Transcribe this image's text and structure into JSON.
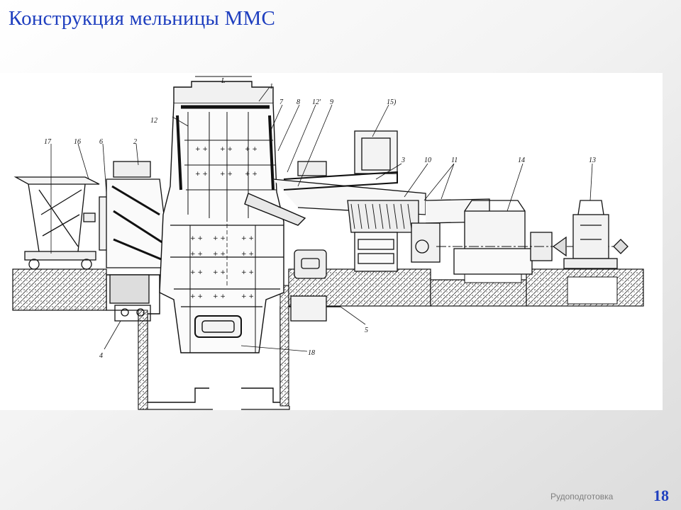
{
  "slide": {
    "title": "Конструкция мельницы ММС",
    "footer": "Рудоподготовка",
    "page_number": "18"
  },
  "drawing": {
    "callouts": [
      "L",
      "1",
      "7",
      "8",
      "12'",
      "9",
      "15)",
      "12",
      "17",
      "16",
      "6",
      "2",
      "3",
      "10",
      "11",
      "14",
      "13",
      "5",
      "4",
      "18"
    ]
  }
}
